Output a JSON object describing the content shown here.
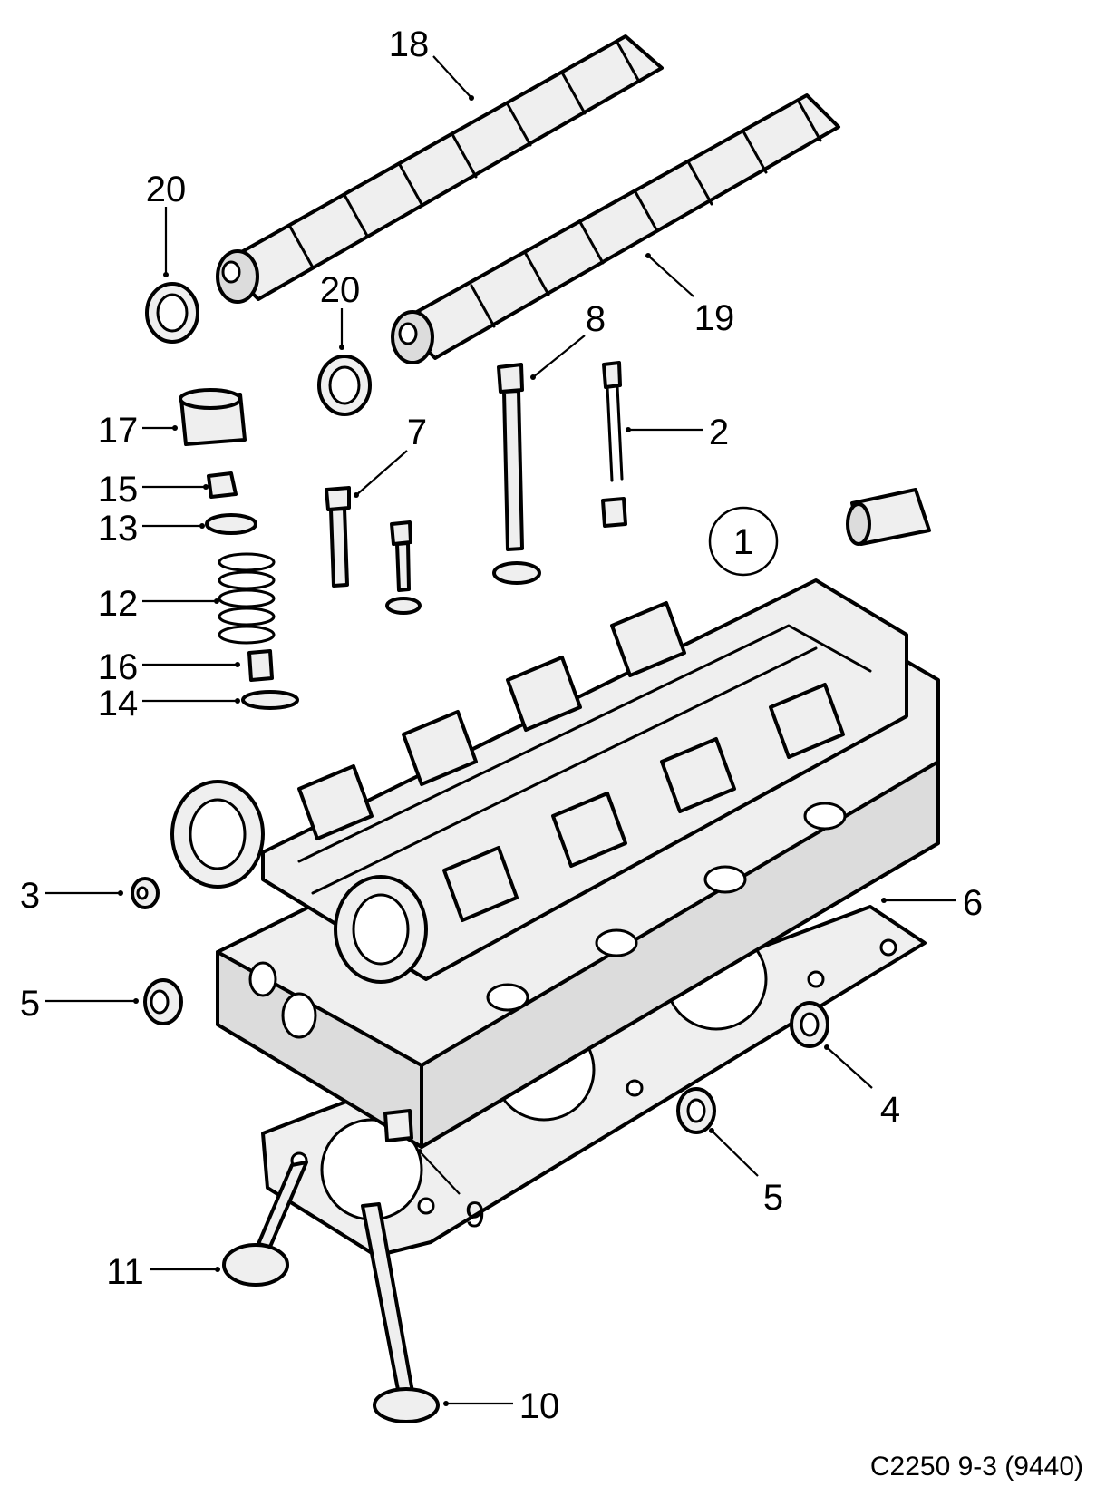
{
  "diagram": {
    "code": "C2250 9-3 (9440)",
    "group_marker": "1",
    "callouts": [
      "18",
      "20",
      "20",
      "8",
      "19",
      "17",
      "7",
      "2",
      "15",
      "13",
      "12",
      "16",
      "14",
      "3",
      "6",
      "5",
      "4",
      "5",
      "9",
      "11",
      "10"
    ]
  }
}
